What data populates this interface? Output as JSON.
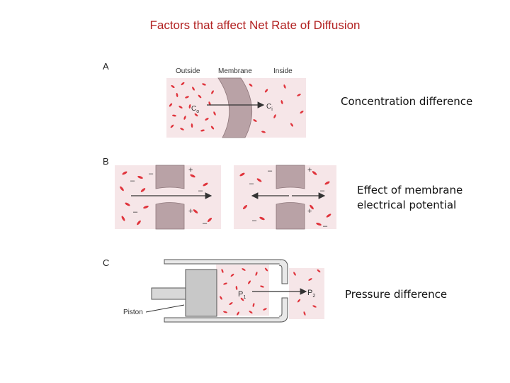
{
  "title": "Factors that affect Net Rate of Diffusion",
  "colors": {
    "title": "#b22222",
    "particle": "#e0343c",
    "membrane": "#b9a2a6",
    "field": "#f3e4e6"
  },
  "captions": {
    "a": "Concentration difference",
    "b_line1": "Effect of membrane",
    "b_line2": "electrical potential",
    "c": "Pressure difference"
  },
  "figure": {
    "panel_a": {
      "letter": "A",
      "outside": "Outside",
      "membrane": "Membrane",
      "inside": "Inside",
      "c0": "C",
      "c0_sub": "o",
      "ci": "C",
      "ci_sub": "i"
    },
    "panel_b": {
      "letter": "B",
      "plus": "+",
      "minus": "–"
    },
    "panel_c": {
      "letter": "C",
      "piston": "Piston",
      "p1": "P",
      "p1_sub": "1",
      "p2": "P",
      "p2_sub": "2"
    }
  }
}
